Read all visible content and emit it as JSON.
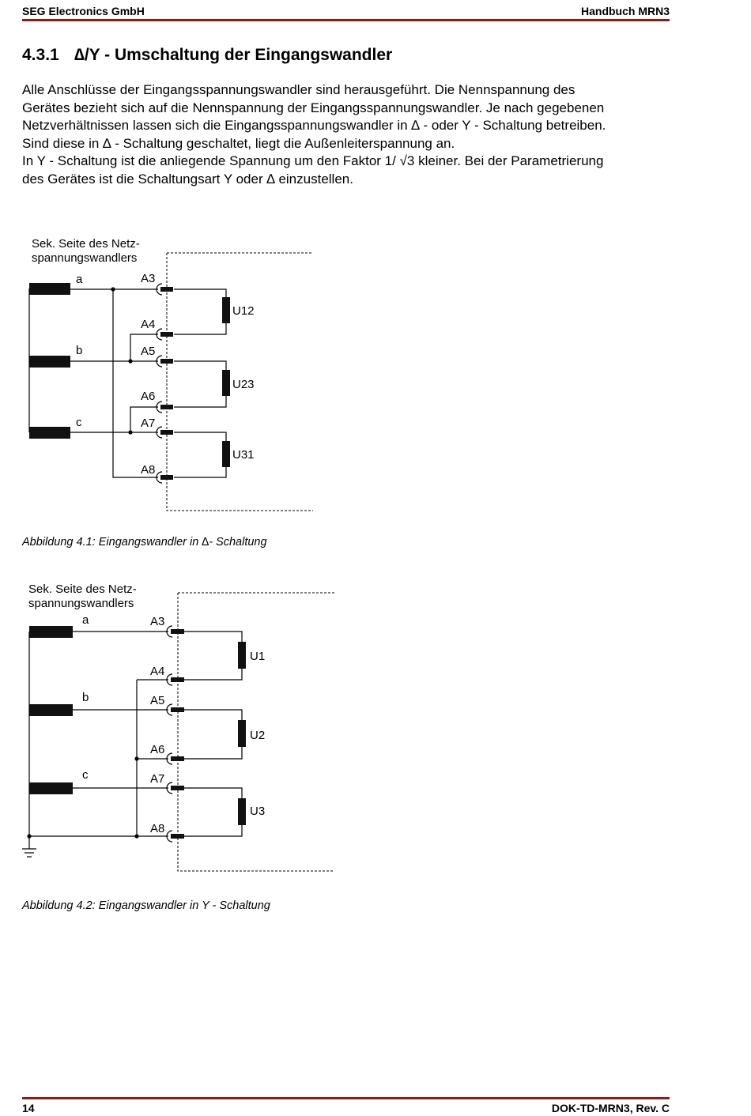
{
  "header": {
    "company": "SEG Electronics GmbH",
    "manual": "Handbuch MRN3"
  },
  "section": {
    "number": "4.3.1",
    "title": "∆/Y - Umschaltung der Eingangswandler"
  },
  "paragraph_lines": [
    "Alle Anschlüsse der Eingangsspannungswandler sind herausgeführt. Die Nennspannung des",
    "Gerätes bezieht sich auf die Nennspannung der Eingangsspannungswandler. Je nach gegebenen",
    "Netzverhältnissen lassen sich die Eingangsspannungswandler in ∆ - oder Y - Schaltung betreiben.",
    "Sind diese in ∆ - Schaltung geschaltet, liegt die Außenleiterspannung an.",
    "In Y - Schaltung ist die anliegende Spannung um den Faktor 1/ √3 kleiner. Bei der Parametrierung",
    "des Gerätes ist die Schaltungsart Y oder ∆ einzustellen."
  ],
  "figure1": {
    "side_label_line1": "Sek. Seite des Netz-",
    "side_label_line2": "spannungswandlers",
    "phases": [
      "a",
      "b",
      "c"
    ],
    "terminals": [
      "A3",
      "A4",
      "A5",
      "A6",
      "A7",
      "A8"
    ],
    "elements": [
      "U12",
      "U23",
      "U31"
    ],
    "caption": "Abbildung 4.1: Eingangswandler in  ∆- Schaltung"
  },
  "figure2": {
    "side_label_line1": "Sek. Seite des Netz-",
    "side_label_line2": "spannungswandlers",
    "phases": [
      "a",
      "b",
      "c"
    ],
    "terminals": [
      "A3",
      "A4",
      "A5",
      "A6",
      "A7",
      "A8"
    ],
    "elements": [
      "U1",
      "U2",
      "U3"
    ],
    "caption": "Abbildung 4.2: Eingangswandler in Y - Schaltung"
  },
  "footer": {
    "page": "14",
    "doc": "DOK-TD-MRN3, Rev. C"
  }
}
